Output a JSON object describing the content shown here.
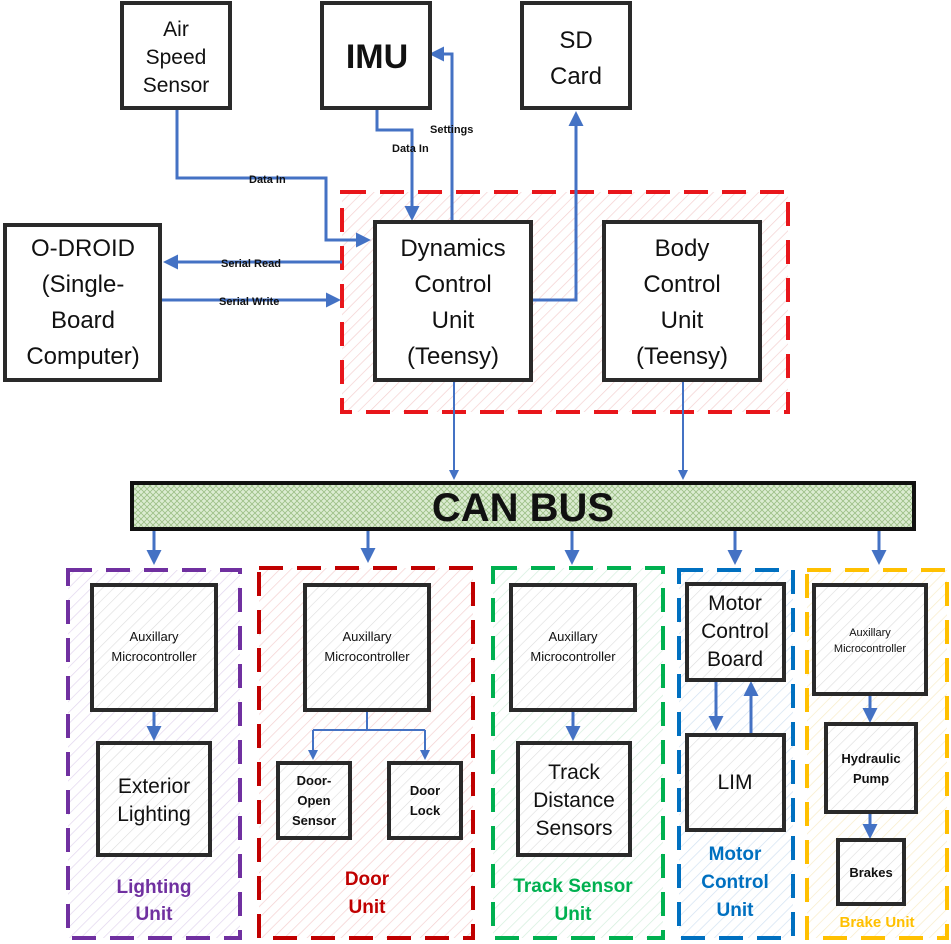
{
  "nodes": {
    "air_speed_sensor": [
      "Air",
      "Speed",
      "Sensor"
    ],
    "imu": "IMU",
    "sd_card": [
      "SD",
      "Card"
    ],
    "odroid": [
      "O-DROID",
      "(Single-",
      "Board",
      "Computer)"
    ],
    "dynamics_control_unit": [
      "Dynamics",
      "Control",
      "Unit",
      "(Teensy)"
    ],
    "body_control_unit": [
      "Body",
      "Control",
      "Unit",
      "(Teensy)"
    ],
    "can_bus": "CAN BUS",
    "lighting": {
      "aux": [
        "Auxillary",
        "Microcontroller"
      ],
      "device": [
        "Exterior",
        "Lighting"
      ],
      "unit_label": [
        "Lighting",
        "Unit"
      ]
    },
    "door": {
      "aux": [
        "Auxillary",
        "Microcontroller"
      ],
      "open_sensor": [
        "Door-",
        "Open",
        "Sensor"
      ],
      "lock": [
        "Door",
        "Lock"
      ],
      "unit_label": [
        "Door",
        "Unit"
      ]
    },
    "track": {
      "aux": [
        "Auxillary",
        "Microcontroller"
      ],
      "device": [
        "Track",
        "Distance",
        "Sensors"
      ],
      "unit_label": [
        "Track Sensor",
        "Unit"
      ]
    },
    "motor": {
      "board": [
        "Motor",
        "Control",
        "Board"
      ],
      "lim": "LIM",
      "unit_label": [
        "Motor",
        "Control",
        "Unit"
      ]
    },
    "brake": {
      "aux": [
        "Auxillary",
        "Microcontroller"
      ],
      "pump": [
        "Hydraulic",
        "Pump"
      ],
      "brakes": "Brakes",
      "unit_label": "Brake Unit"
    }
  },
  "edge_labels": {
    "data_in_air": "Data In",
    "data_in_imu": "Data In",
    "settings": "Settings",
    "serial_read": "Serial Read",
    "serial_write": "Serial Write"
  },
  "colors": {
    "arrow": "#4472c4",
    "control_group": "#e8161b",
    "lighting": "#7030a0",
    "door": "#c00000",
    "track": "#00b050",
    "motor": "#0070c0",
    "brake": "#ffc000",
    "can_bus_fill": "#c6e0b4"
  }
}
